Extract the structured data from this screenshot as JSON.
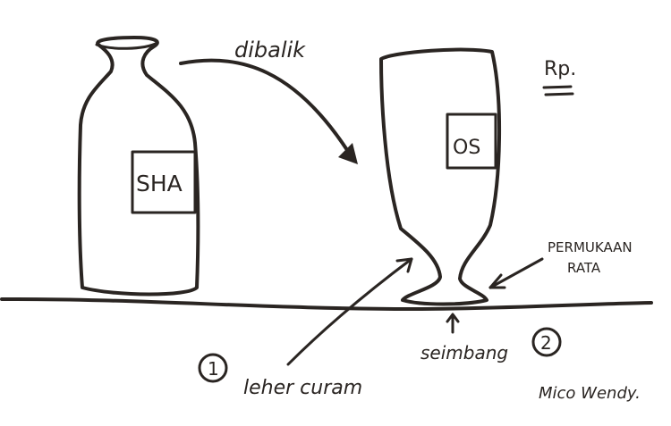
{
  "labels": {
    "bottle_label": "SHA",
    "glass_label": "OS",
    "arrow_text": "dibalik",
    "corner_note": "Rp.",
    "flat_surface": [
      "PERMUKAAN",
      "RATA"
    ],
    "balanced": "seimbang",
    "steep_neck": "leher curam",
    "number_one": "1",
    "number_two": "2",
    "signature": "Mico Wendy."
  },
  "ink_color": "#2a2522"
}
